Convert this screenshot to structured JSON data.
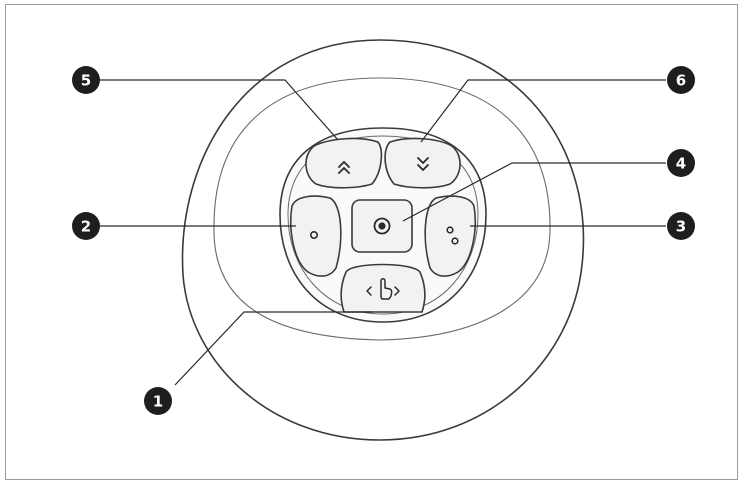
{
  "callouts": [
    {
      "id": "1",
      "label": "1"
    },
    {
      "id": "2",
      "label": "2"
    },
    {
      "id": "3",
      "label": "3"
    },
    {
      "id": "4",
      "label": "4"
    },
    {
      "id": "5",
      "label": "5"
    },
    {
      "id": "6",
      "label": "6"
    }
  ],
  "icons": {
    "up": "double-chevron-up-icon",
    "down": "double-chevron-down-icon",
    "left": "single-dot-icon",
    "right": "double-dot-icon",
    "center": "target-dot-icon",
    "bottom": "pointer-hand-swipe-icon"
  },
  "colors": {
    "outline": "#3a3a3a",
    "button_fill": "#f2f2f2",
    "callout_fill": "#1e1e1e"
  }
}
